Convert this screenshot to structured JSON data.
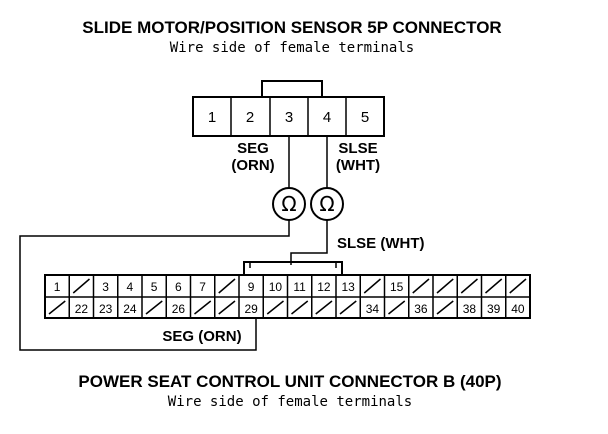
{
  "top_connector": {
    "title": "SLIDE MOTOR/POSITION SENSOR 5P CONNECTOR",
    "subtitle": "Wire side of female terminals",
    "pins": [
      "1",
      "2",
      "3",
      "4",
      "5"
    ]
  },
  "labels": {
    "seg_name": "SEG",
    "seg_color": "(ORN)",
    "slse_name": "SLSE",
    "slse_color": "(WHT)",
    "slse_full": "SLSE (WHT)",
    "seg_full": "SEG (ORN)"
  },
  "meters": [
    {
      "symbol": "Ω"
    },
    {
      "symbol": "Ω"
    }
  ],
  "bottom_connector": {
    "title": "POWER SEAT CONTROL UNIT CONNECTOR B (40P)",
    "subtitle": "Wire side of female terminals",
    "row1": [
      "1",
      "",
      "3",
      "4",
      "5",
      "6",
      "7",
      "",
      "9",
      "10",
      "11",
      "12",
      "13",
      "",
      "15",
      "",
      "",
      "",
      "",
      ""
    ],
    "row2": [
      "",
      "22",
      "23",
      "24",
      "",
      "26",
      "",
      "",
      "29",
      "",
      "",
      "",
      "",
      "34",
      "",
      "36",
      "",
      "38",
      "39",
      "40"
    ]
  }
}
